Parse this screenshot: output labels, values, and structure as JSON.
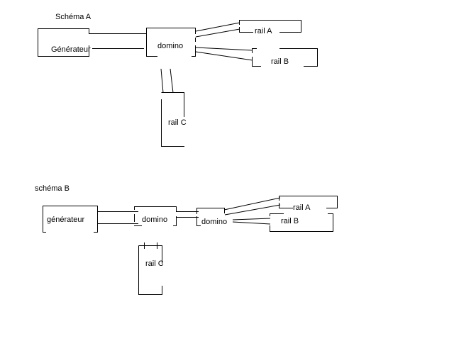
{
  "diagrams": [
    {
      "id": "A",
      "title": "Schéma A",
      "nodes": {
        "generator": "Générateur",
        "domino": "domino",
        "rail_a": "rail A",
        "rail_b": "rail B",
        "rail_c": "rail C"
      },
      "connections": [
        {
          "from": "generator",
          "to": "domino",
          "wires": 2
        },
        {
          "from": "domino",
          "to": "rail_a",
          "wires": 2
        },
        {
          "from": "domino",
          "to": "rail_b",
          "wires": 2
        },
        {
          "from": "domino",
          "to": "rail_c",
          "wires": 2
        }
      ]
    },
    {
      "id": "B",
      "title": "schéma B",
      "nodes": {
        "generator": "générateur",
        "domino_1": "domino",
        "domino_2": "domino",
        "rail_a": "rail A",
        "rail_b": "rail B",
        "rail_c": "rail C"
      },
      "connections": [
        {
          "from": "generator",
          "to": "domino_1",
          "wires": 2
        },
        {
          "from": "domino_1",
          "to": "domino_2",
          "wires": 2
        },
        {
          "from": "domino_2",
          "to": "rail_a",
          "wires": 2
        },
        {
          "from": "domino_2",
          "to": "rail_b",
          "wires": 2
        },
        {
          "from": "domino_1",
          "to": "rail_c",
          "wires": 2
        }
      ]
    }
  ],
  "colors": {
    "ink": "#000000",
    "background": "#ffffff"
  }
}
